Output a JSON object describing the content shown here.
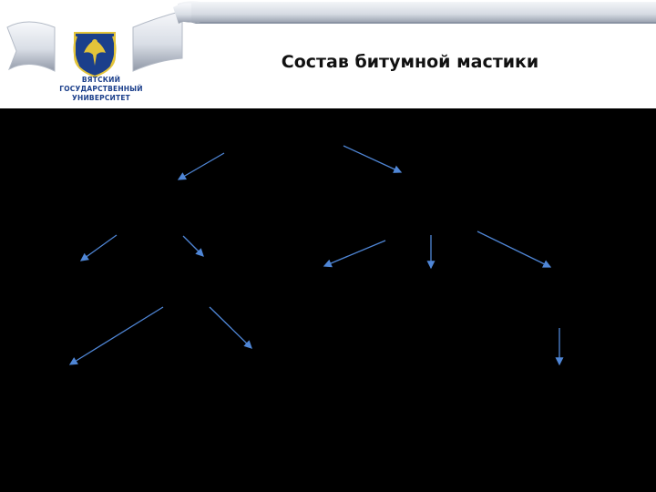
{
  "header": {
    "title": "Состав битумной мастики",
    "university": {
      "line1": "ВЯТСКИЙ",
      "line2": "ГОСУДАРСТВЕННЫЙ",
      "line3": "УНИВЕРСИТЕТ"
    },
    "colors": {
      "ribbon": "#dfe3ea",
      "ribbon_shadow": "#a9b0bd",
      "emblem_blue": "#1b3f8b",
      "emblem_gold": "#e3c43a"
    }
  },
  "diagram": {
    "background": "#000000",
    "arrow_color": "#4f86d6",
    "arrow_count": 10
  }
}
